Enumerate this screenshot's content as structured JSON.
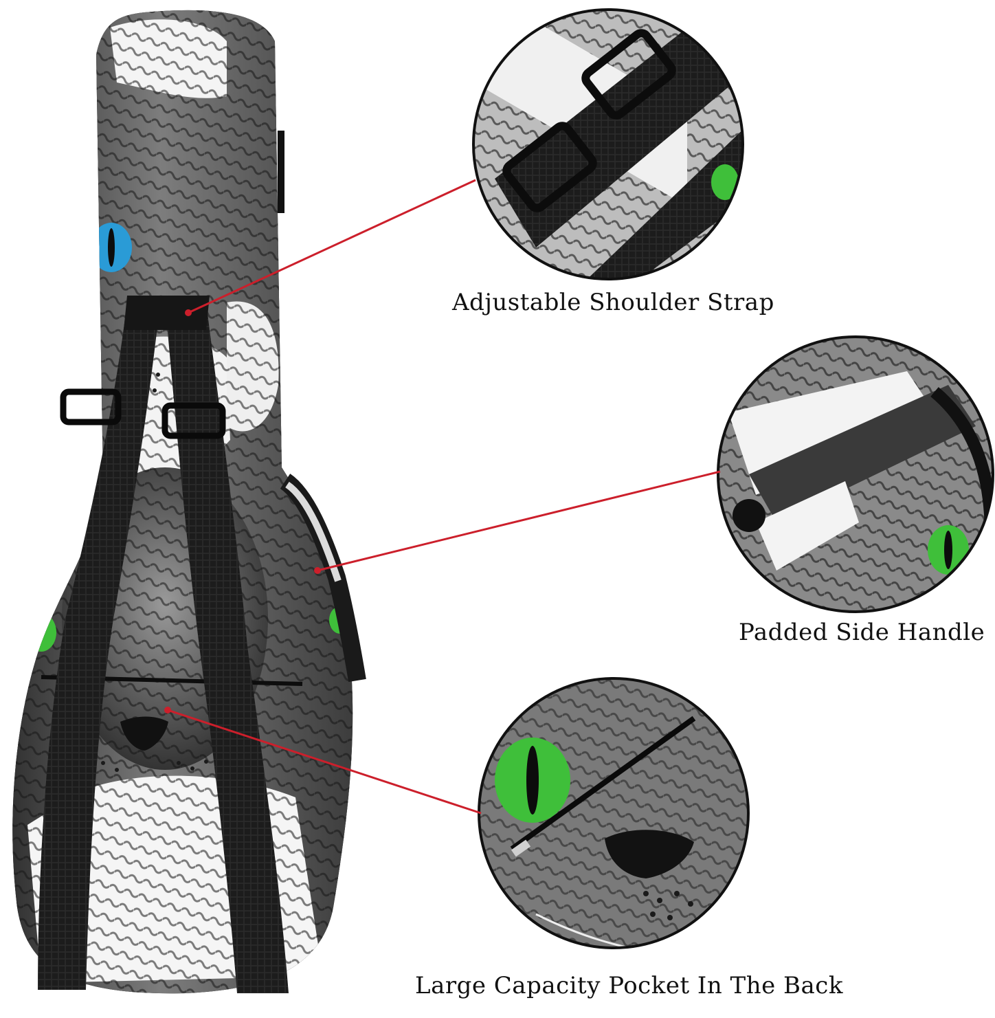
{
  "callouts": [
    {
      "label": "Adjustable Shoulder Strap",
      "detail": "strap"
    },
    {
      "label": "Padded Side Handle",
      "detail": "handle"
    },
    {
      "label": "Large Capacity Pocket In The Back",
      "detail": "pocket"
    }
  ],
  "colors": {
    "leader_line": "#cc1f2b",
    "strap": "#1a1a1a",
    "case_dark": "#3a3a3a",
    "case_mid": "#8a8a8a",
    "case_light": "#f2f2f2",
    "eye_blue": "#2a9bd6",
    "eye_green": "#3fbf3a",
    "circle_border": "#111111"
  },
  "icons": [
    "zipper-icon",
    "buckle-icon"
  ]
}
